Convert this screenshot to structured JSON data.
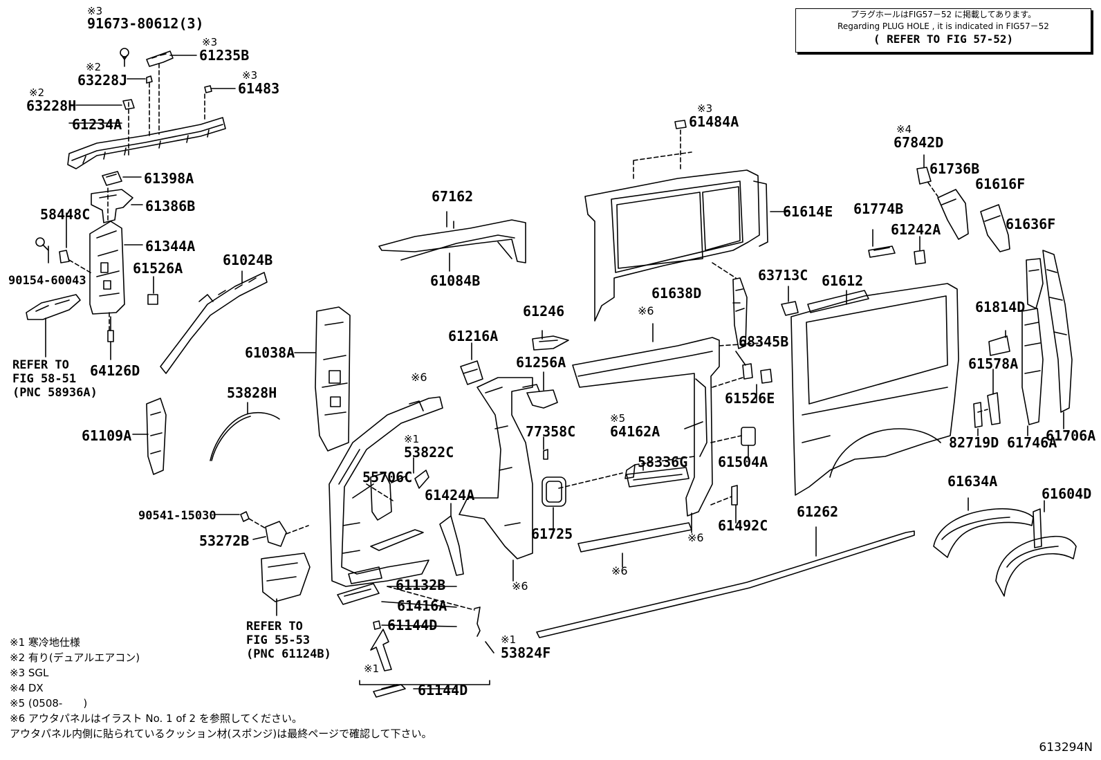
{
  "reference_box": {
    "line_ja": "プラグホールはFIG57－52 に掲載してあります。",
    "line_en": "Regarding PLUG HOLE , it is indicated in FIG57－52",
    "line_ref": "( REFER TO FIG 57-52)"
  },
  "figure_number": "613294N",
  "part_labels": [
    {
      "text": "91673-80612(3)",
      "mark": "※3"
    },
    {
      "text": "61235B",
      "mark": "※3"
    },
    {
      "text": "63228J",
      "mark": "※2"
    },
    {
      "text": "61483",
      "mark": "※3"
    },
    {
      "text": "63228H",
      "mark": "※2"
    },
    {
      "text": "61234A"
    },
    {
      "text": "61398A"
    },
    {
      "text": "61386B"
    },
    {
      "text": "58448C"
    },
    {
      "text": "61344A"
    },
    {
      "text": "61526A"
    },
    {
      "text": "90154-60043"
    },
    {
      "text": "64126D"
    },
    {
      "text": "61024B"
    },
    {
      "text": "61038A"
    },
    {
      "text": "53828H"
    },
    {
      "text": "61109A"
    },
    {
      "text": "67162"
    },
    {
      "text": "61084B"
    },
    {
      "text": "61246"
    },
    {
      "text": "61216A"
    },
    {
      "text": "61256A"
    },
    {
      "text": "77358C"
    },
    {
      "text": "53822C",
      "mark": "※1"
    },
    {
      "text": "55706C"
    },
    {
      "text": "61424A"
    },
    {
      "text": "61725"
    },
    {
      "text": "90541-15030"
    },
    {
      "text": "53272B"
    },
    {
      "text": "61132B"
    },
    {
      "text": "61416A"
    },
    {
      "text": "61144D"
    },
    {
      "text": "53824F",
      "mark": "※1"
    },
    {
      "text": "61144D",
      "mark": "※1"
    },
    {
      "text": "61484A",
      "mark": "※3"
    },
    {
      "text": "61614E"
    },
    {
      "text": "61638D"
    },
    {
      "text": "63713C"
    },
    {
      "text": "68345B"
    },
    {
      "text": "61526E"
    },
    {
      "text": "64162A",
      "mark": "※5"
    },
    {
      "text": "58336G"
    },
    {
      "text": "61504A"
    },
    {
      "text": "61492C"
    },
    {
      "text": "61262"
    },
    {
      "text": "61612"
    },
    {
      "text": "61774B"
    },
    {
      "text": "61242A"
    },
    {
      "text": "67842D",
      "mark": "※4"
    },
    {
      "text": "61736B"
    },
    {
      "text": "61616F"
    },
    {
      "text": "61636F"
    },
    {
      "text": "61814D"
    },
    {
      "text": "61578A"
    },
    {
      "text": "82719D"
    },
    {
      "text": "61746A"
    },
    {
      "text": "61706A"
    },
    {
      "text": "61634A"
    },
    {
      "text": "61604D"
    }
  ],
  "standalone_marks": [
    "※6",
    "※6",
    "※6",
    "※6",
    "※6"
  ],
  "refer_notes": [
    {
      "lines": [
        "REFER TO",
        "FIG 58-51",
        "(PNC 58936A)"
      ]
    },
    {
      "lines": [
        "REFER TO",
        "FIG 55-53",
        "(PNC 61124B)"
      ]
    }
  ],
  "footnotes": [
    "※1 寒冷地仕様",
    "※2 有り(デュアルエアコン)",
    "※3 SGL",
    "※4 DX",
    "※5 (0508-　　)",
    "※6 アウタパネルはイラスト No. 1 of 2 を参照してください。",
    "アウタパネル内側に貼られているクッション材(スポンジ)は最終ページで確認して下さい。"
  ]
}
